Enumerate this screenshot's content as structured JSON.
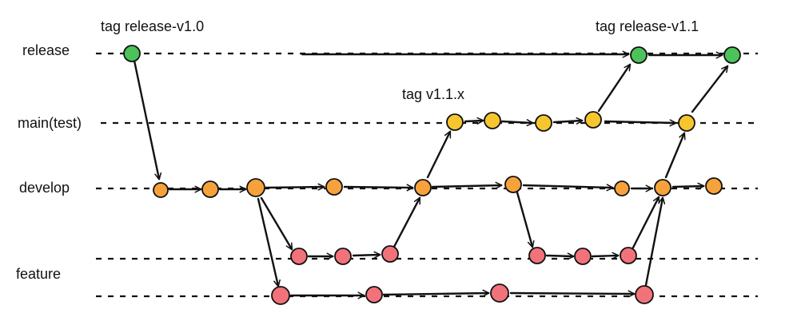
{
  "lanes": [
    {
      "id": "release",
      "label": "release"
    },
    {
      "id": "main",
      "label": "main(test)"
    },
    {
      "id": "develop",
      "label": "develop"
    },
    {
      "id": "feature",
      "label": "feature"
    }
  ],
  "tags": [
    {
      "id": "tag-release-v1-0",
      "label": "tag release-v1.0"
    },
    {
      "id": "tag-v1-1-x",
      "label": "tag v1.1.x"
    },
    {
      "id": "tag-release-v1-1",
      "label": "tag release-v1.1"
    }
  ],
  "colors": {
    "release": "#4cc25a",
    "main": "#f7c62f",
    "develop": "#f6a23c",
    "feature": "#f2727a",
    "ink": "#111111"
  }
}
